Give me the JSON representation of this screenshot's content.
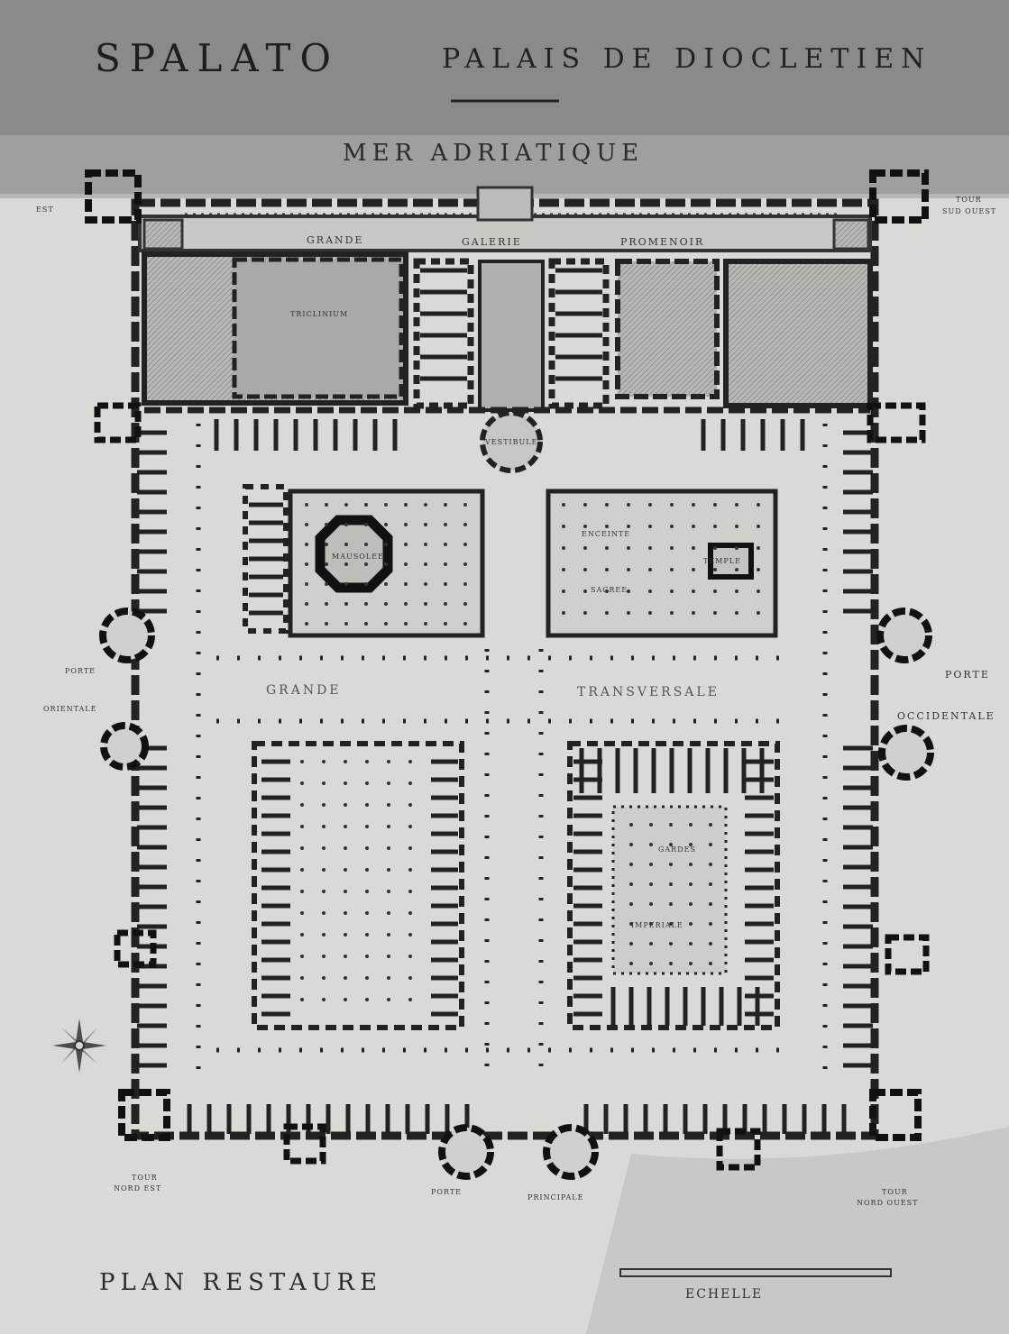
{
  "title": {
    "city": "SPALATO",
    "name": "PALAIS DE DIOCLETIEN",
    "sea": "MER ADRIATIQUE"
  },
  "gallery": {
    "grande": "GRANDE",
    "galerie": "GALERIE",
    "promenoir": "PROMENOIR"
  },
  "rooms": {
    "triclinium": "TRICLINIUM",
    "vestibule": "VESTIBULE",
    "mausolee": "MAUSOLEE",
    "enceinte": "ENCEINTE",
    "sacree": "SACREE",
    "temple": "TEMPLE",
    "gardes": "GARDES",
    "imperiale": "IMPERIALE",
    "voie_grande": "GRANDE",
    "voie_transversale": "TRANSVERSALE"
  },
  "gates": {
    "porte": "PORTE",
    "orientale": "ORIENTALE",
    "occidentale": "OCCIDENTALE",
    "porte_principale_a": "PORTE",
    "porte_principale_b": "PRINCIPALE"
  },
  "towers": {
    "tour": "TOUR",
    "sud_ouest": "SUD OUEST",
    "nord_est": "NORD EST",
    "nord_ouest": "NORD OUEST",
    "est": "EST"
  },
  "footer": {
    "plan": "PLAN RESTAURE",
    "echelle": "ECHELLE"
  },
  "colors": {
    "paper": "#d9d9d6",
    "ink": "#2a2a2a",
    "sky": "#7d7d7a"
  }
}
